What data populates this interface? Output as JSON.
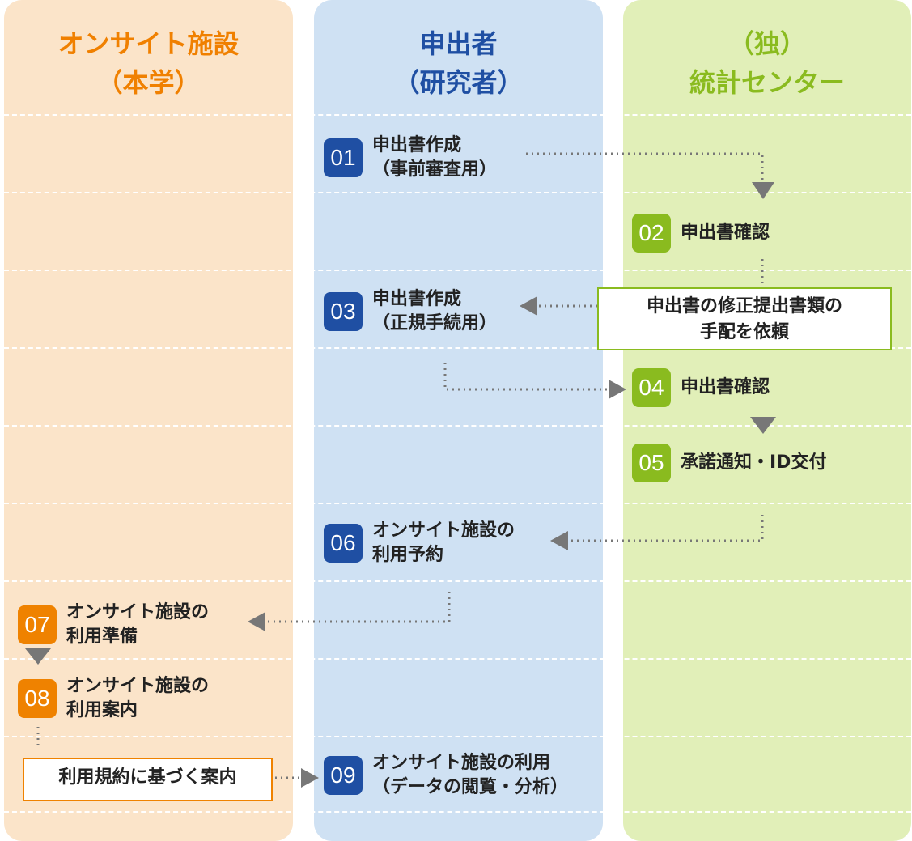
{
  "lanes": {
    "onsite": {
      "title_line1": "オンサイト施設",
      "title_line2": "（本学）"
    },
    "applicant": {
      "title_line1": "申出者",
      "title_line2": "（研究者）"
    },
    "center": {
      "title_line1": "（独）",
      "title_line2": "統計センター"
    }
  },
  "steps": [
    {
      "num": "01",
      "line1": "申出書作成",
      "line2": "（事前審査用）"
    },
    {
      "num": "02",
      "line1": "申出書確認",
      "line2": ""
    },
    {
      "num": "03",
      "line1": "申出書作成",
      "line2": "（正規手続用）"
    },
    {
      "num": "04",
      "line1": "申出書確認",
      "line2": ""
    },
    {
      "num": "05",
      "line1": "承諾通知・ID交付",
      "line2": ""
    },
    {
      "num": "06",
      "line1": "オンサイト施設の",
      "line2": "利用予約"
    },
    {
      "num": "07",
      "line1": "オンサイト施設の",
      "line2": "利用準備"
    },
    {
      "num": "08",
      "line1": "オンサイト施設の",
      "line2": "利用案内"
    },
    {
      "num": "09",
      "line1": "オンサイト施設の利用",
      "line2": "（データの閲覧・分析）"
    }
  ],
  "notes": {
    "correction_line1": "申出書の修正提出書類の",
    "correction_line2": "手配を依頼",
    "terms": "利用規約に基づく案内"
  },
  "colors": {
    "onsite_lane": "#fbe4c9",
    "applicant_lane": "#cfe1f3",
    "center_lane": "#e1efb8",
    "blue": "#1f4fa3",
    "green": "#8abb1f",
    "orange": "#ef8200",
    "arrow": "#777777"
  }
}
